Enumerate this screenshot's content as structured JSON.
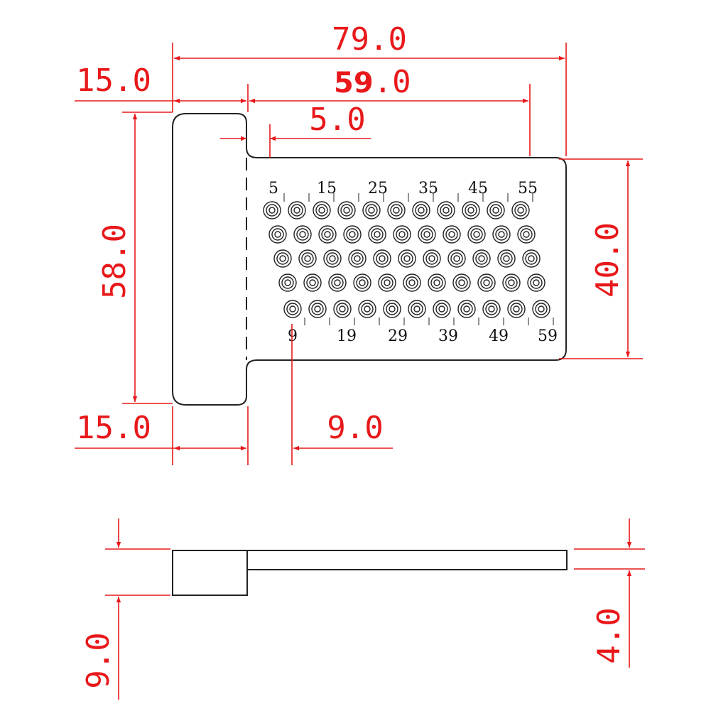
{
  "dimensions": {
    "overall_length": "79.0",
    "board_length_bold": "59",
    "board_length_tail": ".0",
    "handle_width_top": "15.0",
    "first_hole_offset": "5.0",
    "handle_height": "58.0",
    "board_height": "40.0",
    "handle_width_bottom": "15.0",
    "last_row_offset": "9.0",
    "handle_thickness": "9.0",
    "board_thickness": "4.0"
  },
  "hole_labels_top": [
    "5",
    "15",
    "25",
    "35",
    "45",
    "55"
  ],
  "hole_labels_bottom": [
    "9",
    "19",
    "29",
    "39",
    "49",
    "59"
  ],
  "colors": {
    "dimension": "#e8181a",
    "outline": "#222222",
    "label": "#111111"
  }
}
